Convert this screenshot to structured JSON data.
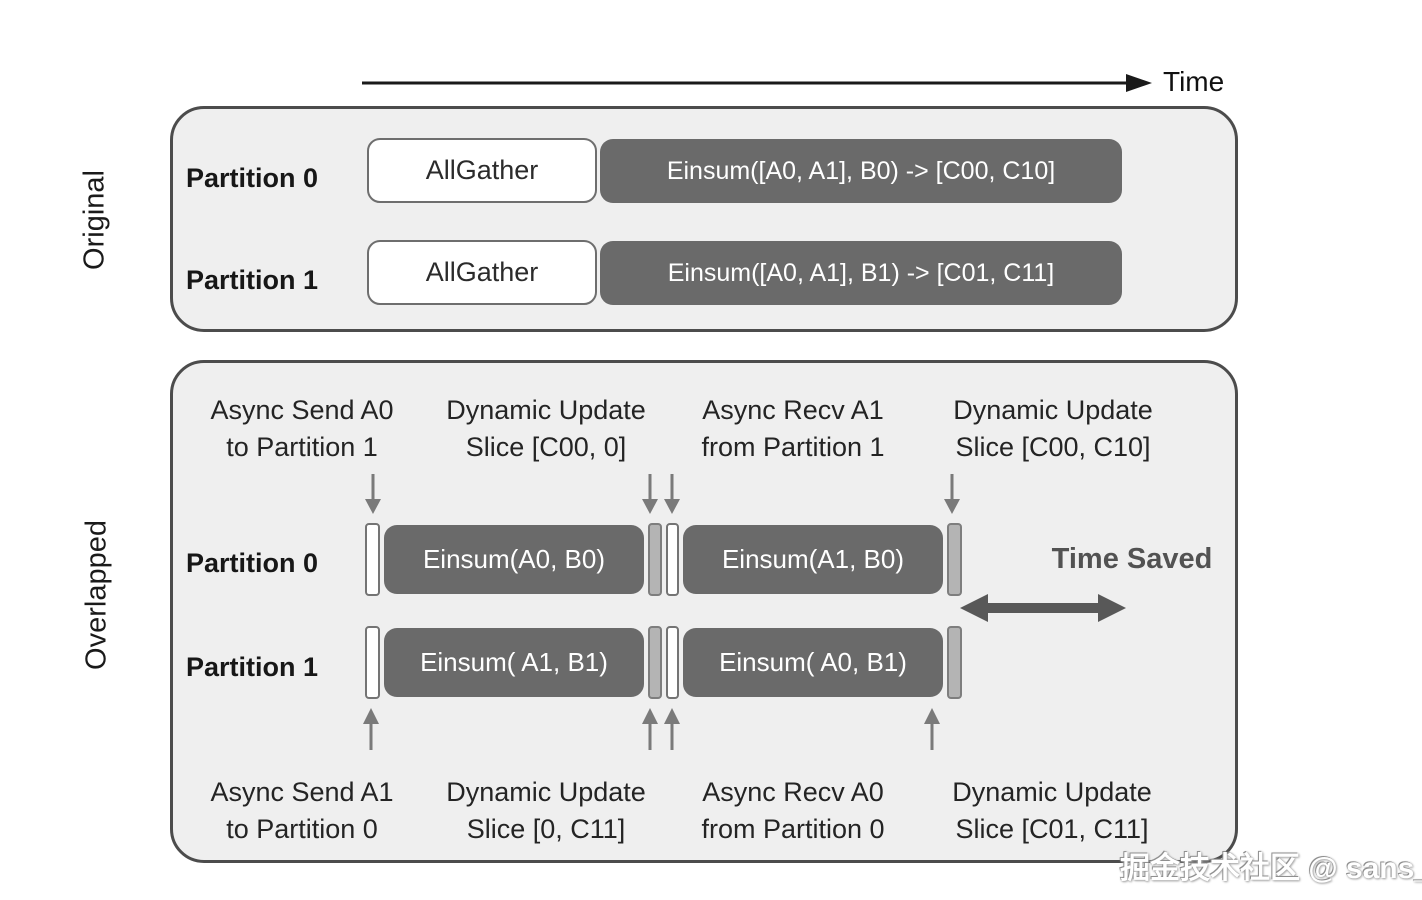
{
  "time_axis": {
    "label": "Time"
  },
  "sections": {
    "original": {
      "label": "Original",
      "rows": [
        {
          "partition_label": "Partition 0",
          "allgather_label": "AllGather",
          "einsum_label": "Einsum([A0, A1], B0) -> [C00, C10]"
        },
        {
          "partition_label": "Partition 1",
          "allgather_label": "AllGather",
          "einsum_label": "Einsum([A0, A1], B1) -> [C01, C11]"
        }
      ]
    },
    "overlapped": {
      "label": "Overlapped",
      "top_annotations": [
        {
          "line1": "Async Send A0",
          "line2": "to Partition 1"
        },
        {
          "line1": "Dynamic Update",
          "line2": "Slice [C00, 0]"
        },
        {
          "line1": "Async Recv A1",
          "line2": "from Partition 1"
        },
        {
          "line1": "Dynamic Update",
          "line2": "Slice [C00, C10]"
        }
      ],
      "rows": [
        {
          "partition_label": "Partition 0",
          "einsum1_label": "Einsum(A0, B0)",
          "einsum2_label": "Einsum(A1, B0)"
        },
        {
          "partition_label": "Partition 1",
          "einsum1_label": "Einsum( A1, B1)",
          "einsum2_label": "Einsum( A0, B1)"
        }
      ],
      "bottom_annotations": [
        {
          "line1": "Async Send A1",
          "line2": "to Partition 0"
        },
        {
          "line1": "Dynamic Update",
          "line2": "Slice [0, C11]"
        },
        {
          "line1": "Async Recv A0",
          "line2": "from Partition 0"
        },
        {
          "line1": "Dynamic Update",
          "line2": "Slice [C01, C11]"
        }
      ],
      "time_saved_label": "Time Saved"
    }
  },
  "watermark": "掘金技术社区 @ sans_",
  "colors": {
    "panel_fill": "#efefef",
    "panel_border": "#4c4c4c",
    "dark_bar": "#6a6a6a",
    "gray_sliver": "#b4b4b4",
    "white_sliver": "#ffffff",
    "arrow_gray": "#7a7a7a",
    "time_saved_arrow": "#585858",
    "text": "#1f1f1f"
  }
}
